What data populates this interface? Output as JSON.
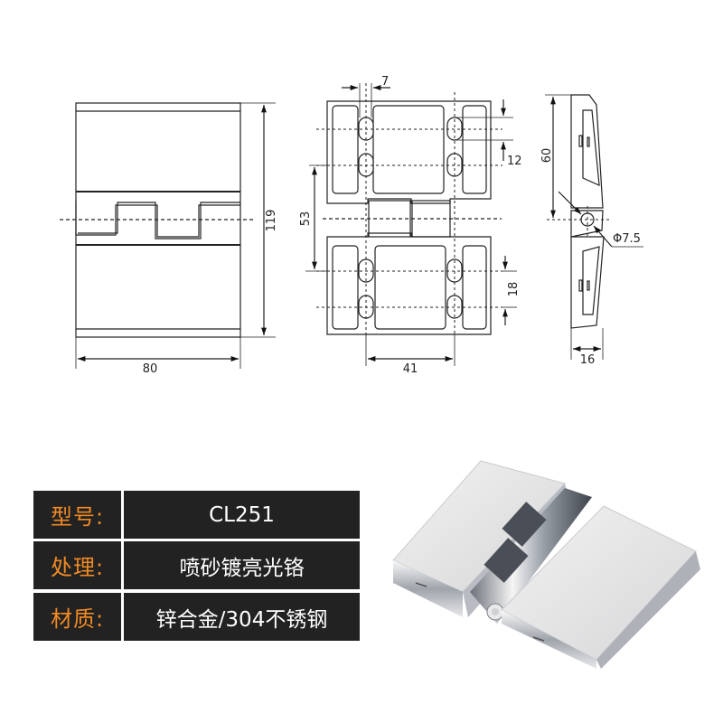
{
  "drawing": {
    "front_view": {
      "width_dim": "80",
      "height_dim": "119"
    },
    "mounting_view": {
      "slot_width_dim": "7",
      "slot_spacing_top_dim": "12",
      "hole_pitch_vertical_dim": "53",
      "slot_spacing_bottom_dim": "18",
      "hole_pitch_horizontal_dim": "41"
    },
    "side_view": {
      "height_dim": "60",
      "pin_diameter_dim": "Φ7.5",
      "thickness_dim": "16"
    }
  },
  "specs": {
    "rows": [
      {
        "label": "型号:",
        "value": "CL251"
      },
      {
        "label": "处理:",
        "value": "喷砂镀亮光铬"
      },
      {
        "label": "材质:",
        "value": "锌合金/304不锈钢"
      }
    ],
    "colors": {
      "label_text": "#f08a24",
      "value_text": "#ffffff",
      "cell_bg": "#222222"
    }
  },
  "product_photo": {
    "subject": "chrome hinge"
  }
}
